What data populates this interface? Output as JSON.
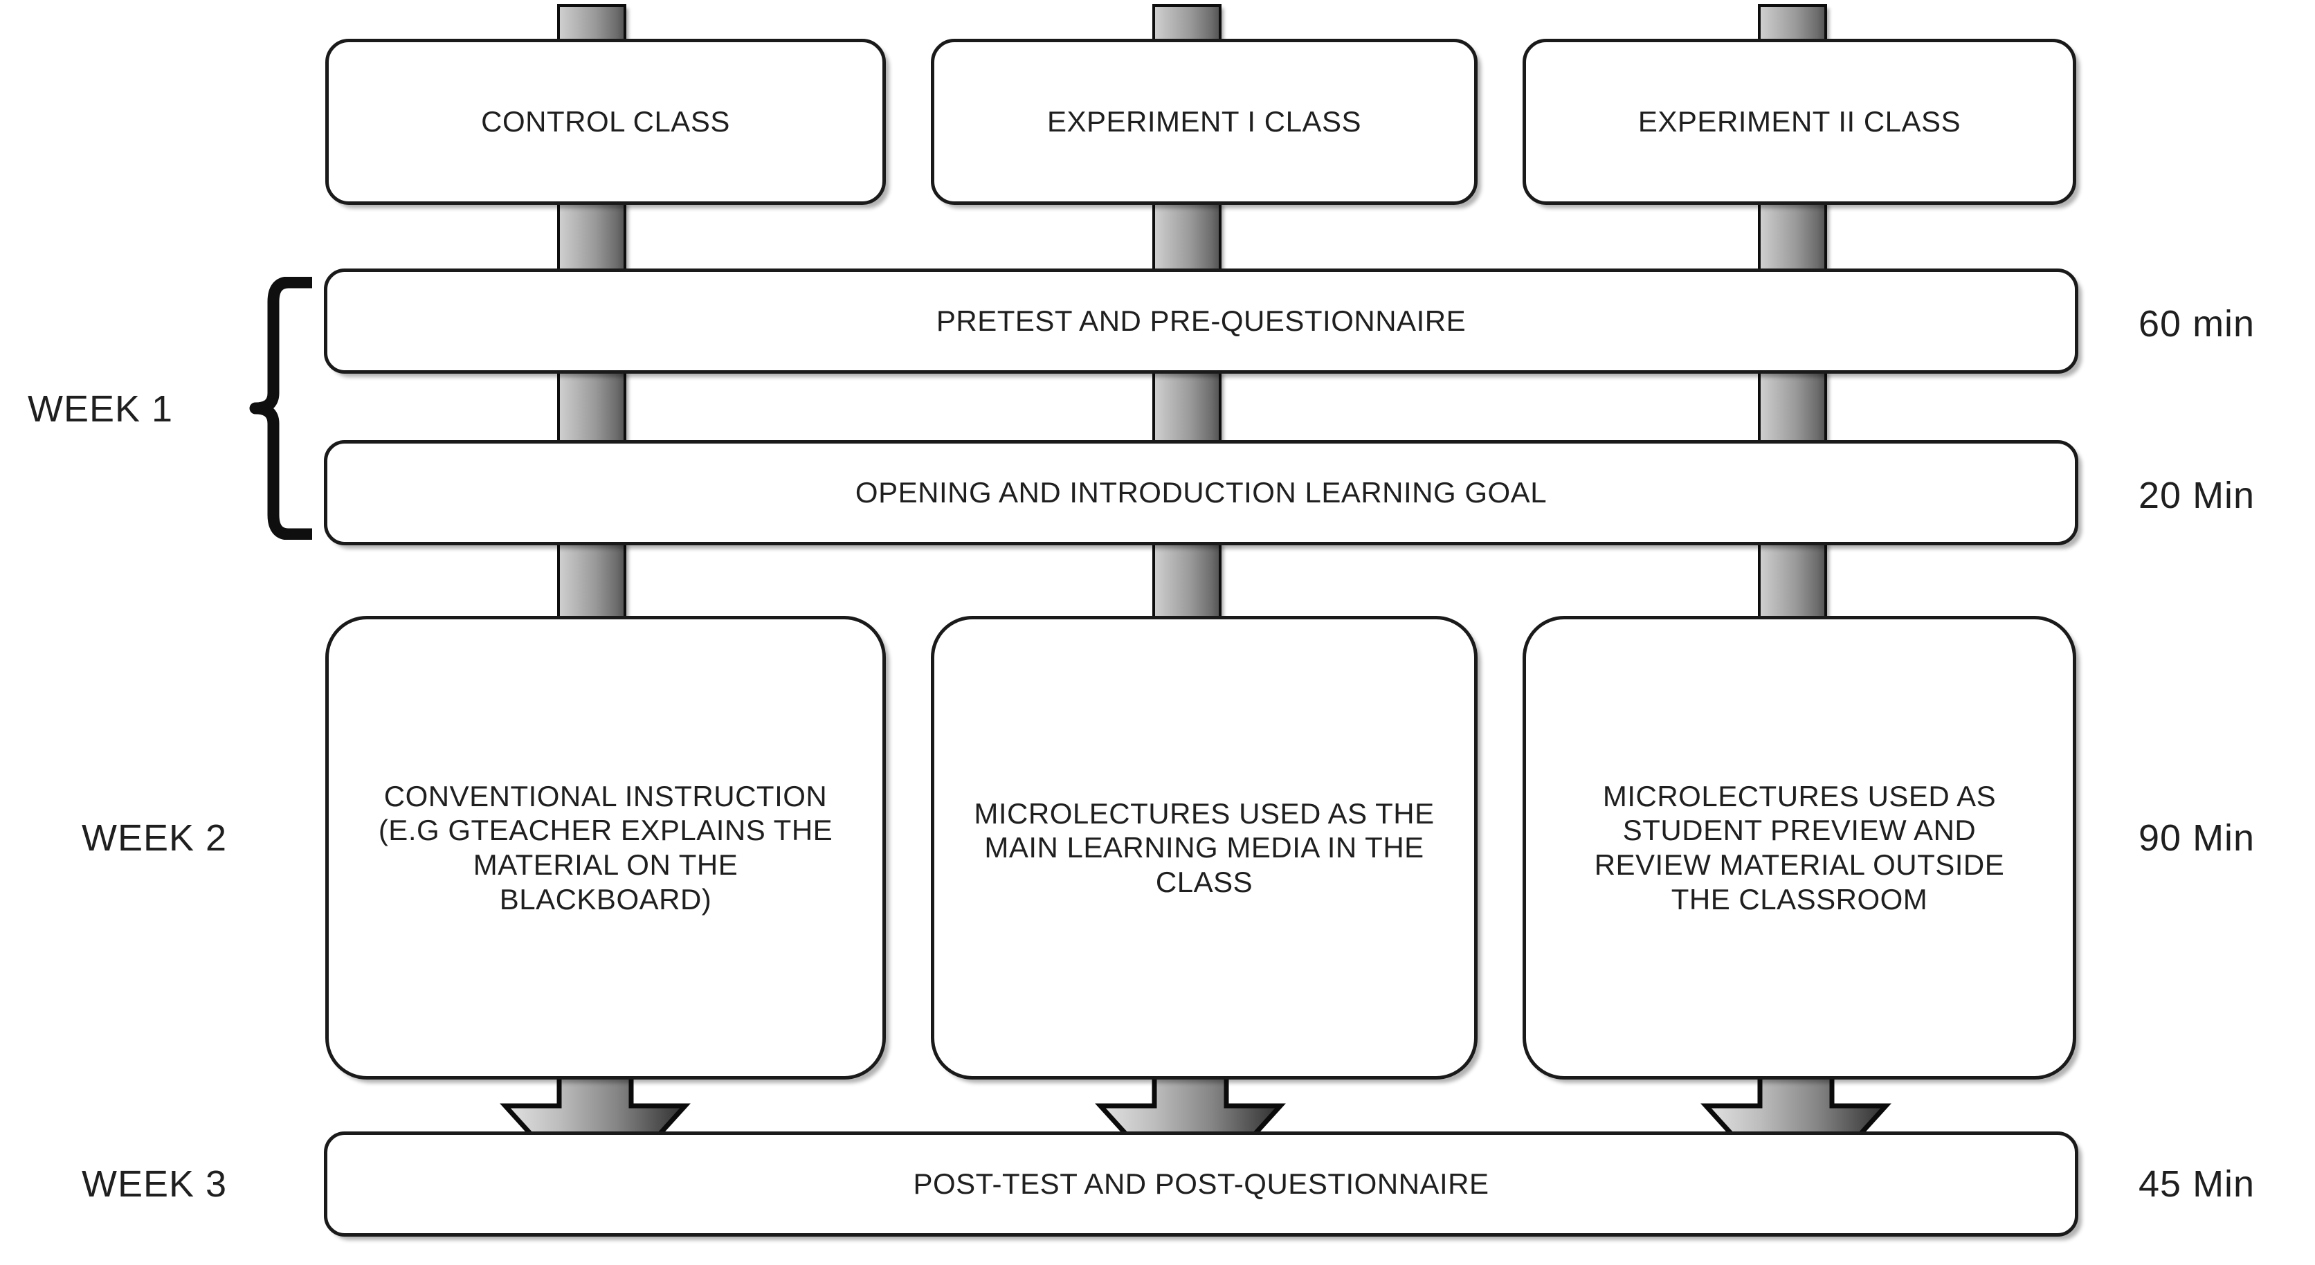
{
  "diagram": {
    "title": "Research design flow diagram",
    "ink_color": "#1a1a1a",
    "accent_color": "#9a9a9a",
    "background": "#ffffff"
  },
  "groups": [
    {
      "id": "week1",
      "label": "WEEK 1",
      "bracket": "curly-brace"
    },
    {
      "id": "week2",
      "label": "WEEK 2",
      "bracket": "none"
    },
    {
      "id": "week3",
      "label": "WEEK 3",
      "bracket": "none"
    }
  ],
  "row_classes": {
    "boxes": [
      {
        "id": "control-class",
        "label": "CONTROL CLASS"
      },
      {
        "id": "experiment-1-class",
        "label": "EXPERIMENT I CLASS"
      },
      {
        "id": "experiment-2-class",
        "label": "EXPERIMENT II CLASS"
      }
    ]
  },
  "row_pretest": {
    "label": "PRETEST AND PRE-QUESTIONNAIRE",
    "duration": "60 min"
  },
  "row_opening": {
    "label": "OPENING AND INTRODUCTION LEARNING GOAL",
    "duration": "20 Min"
  },
  "row_treatment": {
    "duration": "90 Min",
    "boxes": [
      {
        "id": "conventional-instruction",
        "label": "CONVENTIONAL INSTRUCTION\n(E.G GTEACHER EXPLAINS THE\nMATERIAL ON THE\nBLACKBOARD)"
      },
      {
        "id": "microlecture-main-media",
        "label": "MICROLECTURES USED AS THE\nMAIN LEARNING MEDIA IN THE\nCLASS"
      },
      {
        "id": "microlecture-preview-review",
        "label": "MICROLECTURES USED AS\nSTUDENT PREVIEW AND\nREVIEW MATERIAL OUTSIDE\nTHE CLASSROOM"
      }
    ]
  },
  "row_posttest": {
    "label": "POST-TEST AND POST-QUESTIONNAIRE",
    "duration": "45 Min"
  },
  "connectors": {
    "bar_name": "gradient-connector-bar",
    "arrow_name": "down-block-arrow"
  }
}
